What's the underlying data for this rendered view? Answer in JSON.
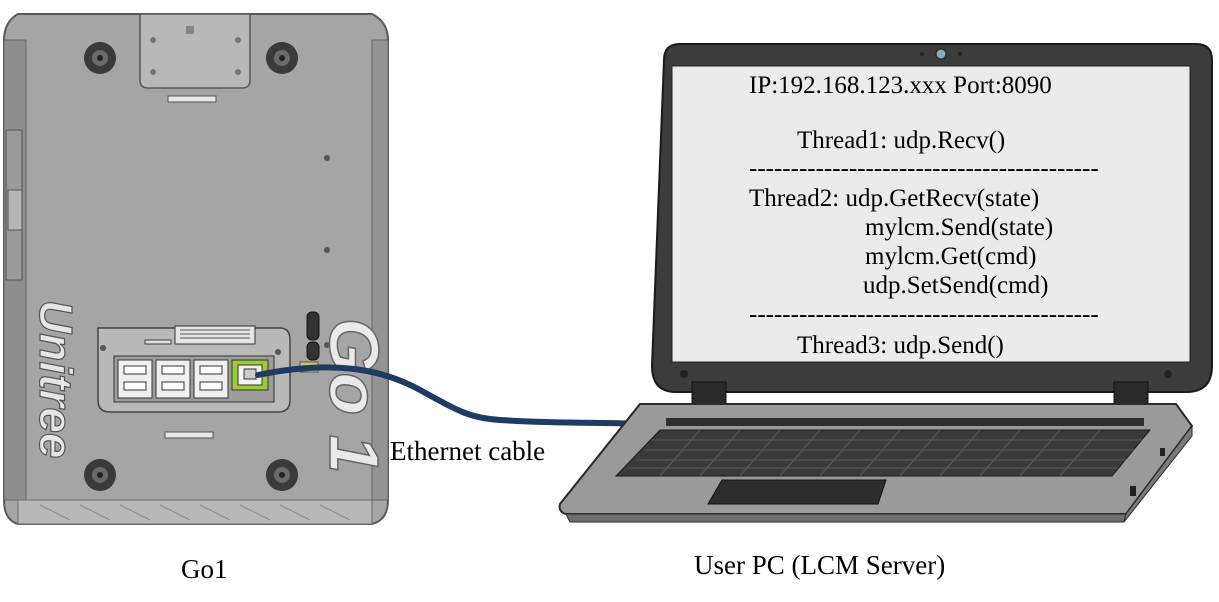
{
  "robot": {
    "label": "Go1",
    "brand_text": "Unitree",
    "model_text": "Go 1"
  },
  "cable": {
    "label": "Ethernet cable",
    "color": "#1f3a63"
  },
  "laptop": {
    "label": "User PC (LCM Server)",
    "screen_lines": {
      "ip_port": "IP:192.168.123.xxx Port:8090",
      "thread1": "Thread1: udp.Recv()",
      "divider": "------------------------------------------",
      "thread2_a": "Thread2: udp.GetRecv(state)",
      "thread2_b": "mylcm.Send(state)",
      "thread2_c": "mylcm.Get(cmd)",
      "thread2_d": "udp.SetSend(cmd)",
      "thread3": "Thread3: udp.Send()"
    }
  },
  "colors": {
    "robot_body": "#a3a3a3",
    "laptop_frame": "#3a3a3a",
    "screen_bg": "#ebebeb",
    "port_green": "#9acd32"
  }
}
